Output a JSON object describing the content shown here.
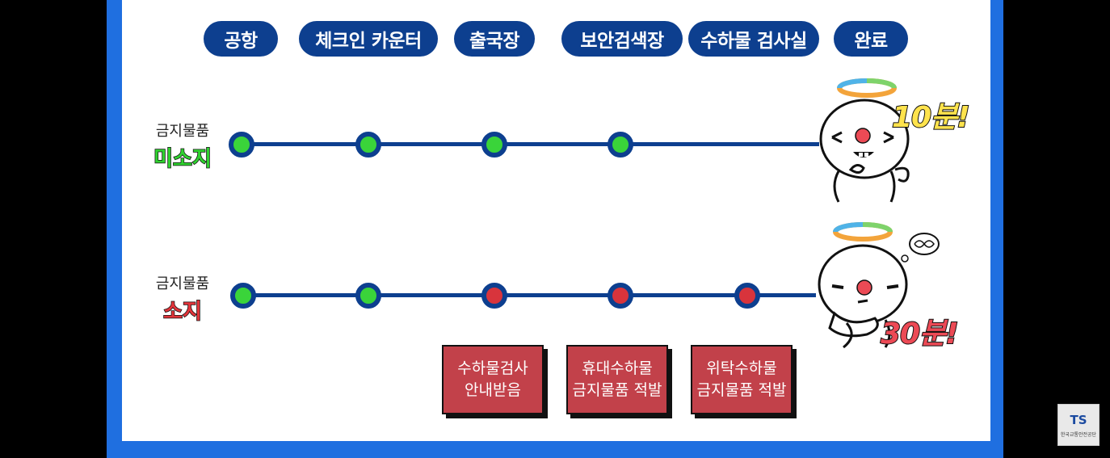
{
  "steps": [
    "공항",
    "체크인 카운터",
    "출국장",
    "보안검색장",
    "수하물 검사실",
    "완료"
  ],
  "rows": [
    {
      "label_top": "금지물품",
      "label_bottom": "미소지",
      "label_color": "#2fd12f",
      "time": "10분!"
    },
    {
      "label_top": "금지물품",
      "label_bottom": "소지",
      "label_color": "#e1343a",
      "time": "30분!"
    }
  ],
  "notes": [
    "수하물검사\n안내받음",
    "휴대수하물\n금지물품 적발",
    "위탁수하물\n금지물품 적발"
  ],
  "colors": {
    "frame": "#1f6fe0",
    "navy": "#0d3f8f",
    "green": "#3ad43a",
    "red": "#d8343c",
    "box": "#c2414a",
    "time_fill": "#ffe34d"
  },
  "logo": {
    "mark": "TS",
    "sub": "한국교통안전공단"
  }
}
